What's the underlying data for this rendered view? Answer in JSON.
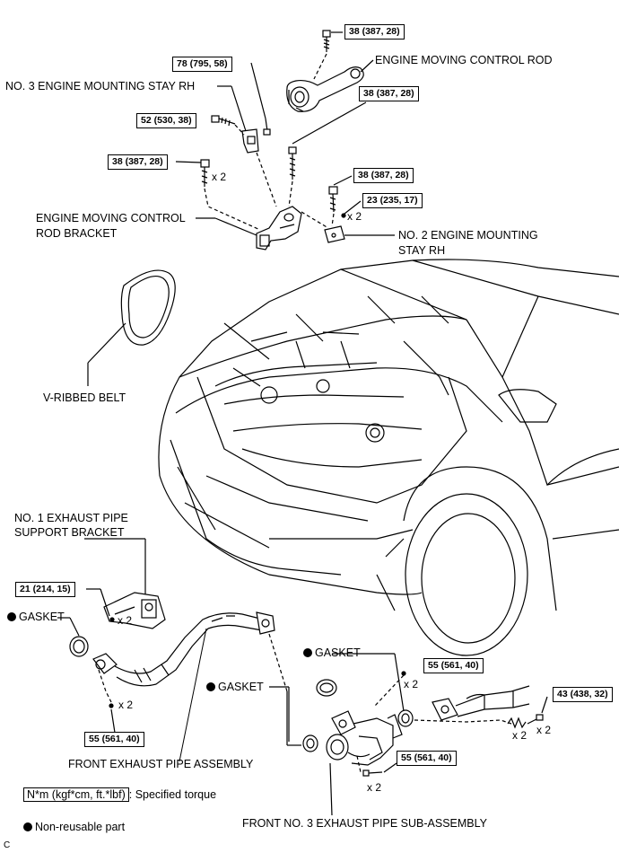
{
  "torques": {
    "t_38_top": "38 (387, 28)",
    "t_78": "78 (795, 58)",
    "t_38_mid": "38 (387, 28)",
    "t_52": "52 (530, 38)",
    "t_38_left": "38 (387, 28)",
    "t_38_right": "38 (387, 28)",
    "t_23": "23 (235, 17)",
    "t_21": "21 (214, 15)",
    "t_55_left": "55 (561, 40)",
    "t_55_right_top": "55 (561, 40)",
    "t_43": "43 (438, 32)",
    "t_55_bottom": "55 (561, 40)"
  },
  "labels": {
    "engine_moving_control_rod": "ENGINE MOVING CONTROL ROD",
    "no3_stay_rh": "NO. 3 ENGINE MOUNTING STAY RH",
    "bracket_line1": "ENGINE MOVING CONTROL",
    "bracket_line2": "ROD BRACKET",
    "no2_stay_line1": "NO. 2 ENGINE MOUNTING",
    "no2_stay_line2": "STAY RH",
    "v_ribbed_belt": "V-RIBBED BELT",
    "exhaust_bracket_line1": "NO. 1 EXHAUST PIPE",
    "exhaust_bracket_line2": "SUPPORT BRACKET",
    "gasket": "GASKET",
    "front_exhaust_pipe": "FRONT EXHAUST PIPE ASSEMBLY",
    "front_no3_pipe": "FRONT NO. 3 EXHAUST PIPE SUB-ASSEMBLY"
  },
  "multipliers": {
    "x2": "x 2"
  },
  "legend": {
    "torque_unit": "N*m (kgf*cm, ft.*lbf)",
    "torque_desc": ": Specified torque",
    "nonreusable": "Non-reusable part"
  },
  "figure_id": "C"
}
